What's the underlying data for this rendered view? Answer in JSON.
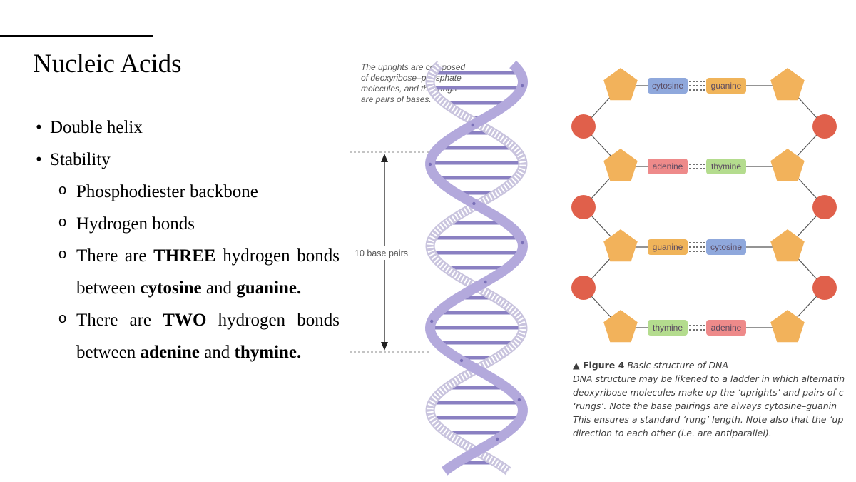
{
  "slide": {
    "title": "Nucleic Acids",
    "bullets": {
      "double_helix": "Double helix",
      "stability": "Stability",
      "backbone": "Phosphodiester backbone",
      "hbonds": "Hydrogen bonds",
      "three_a": "There are ",
      "three_b": "THREE",
      "three_c": " hydrogen bonds between ",
      "three_d": "cytosine",
      "three_e": " and ",
      "three_f": "guanine.",
      "two_a": "There are ",
      "two_b": "TWO",
      "two_c": " hydrogen bonds between ",
      "two_d": "adenine",
      "two_e": " and ",
      "two_f": "thymine."
    }
  },
  "helix": {
    "caption_lines": [
      "The uprights are composed",
      "of deoxyribose–phosphate",
      "molecules, and the rungs",
      "are pairs of bases."
    ],
    "span_label": "10 base pairs",
    "colors": {
      "backbone": "#a59bd0",
      "rung": "#8a80c2",
      "front_strand": "#b3a9dc",
      "back_strand": "#c9c4de"
    }
  },
  "ladder": {
    "pairs": [
      {
        "left": "cytosine",
        "right": "guanine",
        "left_color": "#8fa8dc",
        "right_color": "#f0b45a"
      },
      {
        "left": "adenine",
        "right": "thymine",
        "left_color": "#ee8a8a",
        "right_color": "#b4dc8e"
      },
      {
        "left": "guanine",
        "right": "cytosine",
        "left_color": "#f0b45a",
        "right_color": "#8fa8dc"
      },
      {
        "left": "thymine",
        "right": "adenine",
        "left_color": "#b4dc8e",
        "right_color": "#ee8a8a"
      }
    ],
    "colors": {
      "sugar": "#f2b25b",
      "phosphate": "#e0604b"
    }
  },
  "figure_caption": {
    "title": "▲ Figure 4",
    "subtitle": "Basic structure of DNA",
    "lines": [
      "DNA structure may be likened to a ladder in which alternatin",
      "deoxyribose molecules make up the ‘uprights’ and pairs of c",
      "‘rungs’. Note the base pairings are always cytosine–guanin",
      "This ensures a standard ‘rung’ length. Note also that the ‘up",
      "direction to each other (i.e. are antiparallel)."
    ]
  }
}
